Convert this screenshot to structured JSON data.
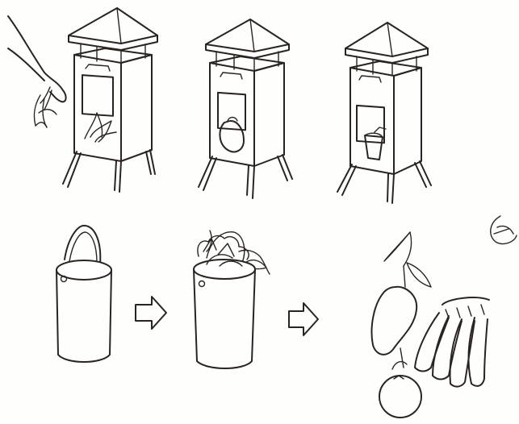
{
  "illustration": {
    "top_row": [
      "compost-bin-with-banana-peels",
      "compost-bin-with-bag",
      "compost-bin-with-cup"
    ],
    "bottom_row": [
      "empty-bucket",
      "bucket-filled-with-organic-waste",
      "fresh-fruits-mango-orange-banana"
    ],
    "arrows": 2,
    "ink_color": "#2a2420",
    "paper_color": "#fefefc"
  }
}
